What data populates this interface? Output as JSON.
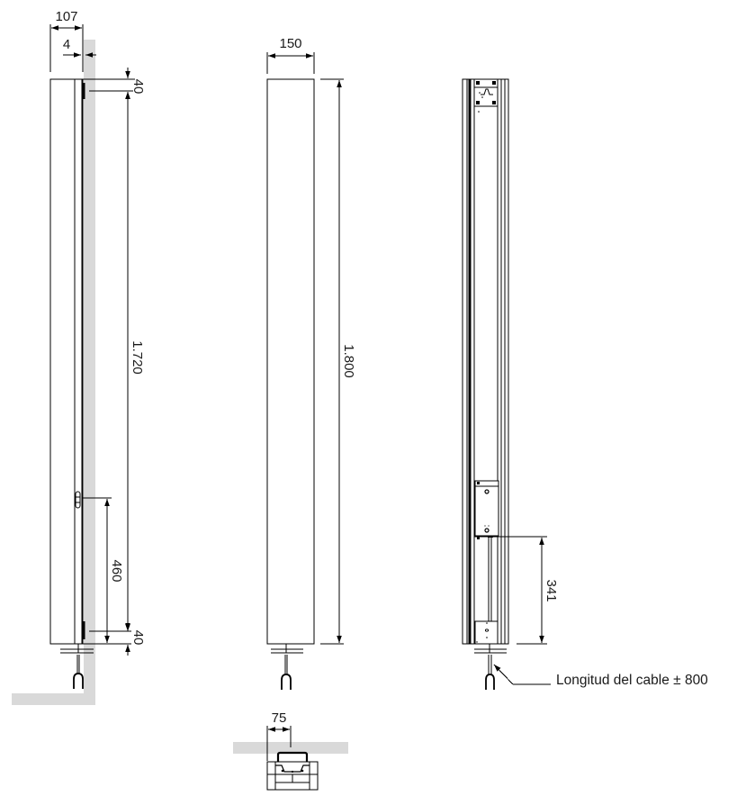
{
  "drawing": {
    "type": "technical-dimension-drawing",
    "units": "mm",
    "views": {
      "side": {
        "dims": {
          "depth_total": "107",
          "gap": "4",
          "top_offset": "40",
          "bracket_spacing": "1.720",
          "connector_height": "460",
          "bottom_offset": "40"
        }
      },
      "front": {
        "dims": {
          "width": "150",
          "height": "1.800"
        }
      },
      "back": {
        "dims": {
          "driver_height": "341"
        },
        "note": "Longitud del cable ± 800"
      },
      "top": {
        "dims": {
          "bracket_depth": "75"
        }
      }
    },
    "colors": {
      "line": "#000000",
      "wall": "#d9d9d9",
      "text": "#1a1a1a"
    }
  }
}
